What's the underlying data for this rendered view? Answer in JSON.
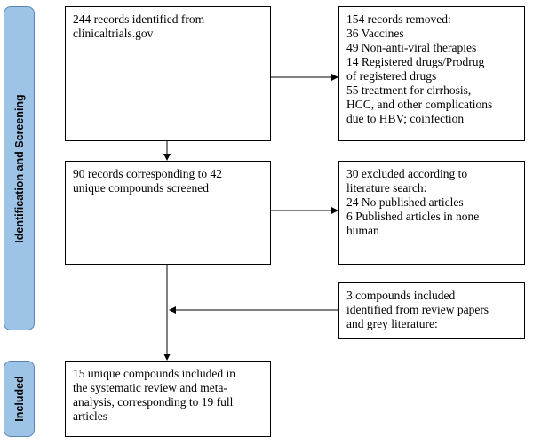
{
  "stages": {
    "identification": "Identification and Screening",
    "included": "Included"
  },
  "boxes": {
    "records_identified": [
      "244 records identified from",
      "clinicaltrials.gov"
    ],
    "records_removed": [
      "154 records removed:",
      " 36 Vaccines",
      " 49 Non-anti-viral therapies",
      " 14 Registered drugs/Prodrug",
      "of registered drugs",
      " 55 treatment for cirrhosis,",
      "HCC, and other complications",
      "due to HBV; coinfection"
    ],
    "records_screened": [
      "90 records corresponding to 42",
      "unique compounds screened"
    ],
    "excluded": [
      "30 excluded according to",
      "literature search:",
      " 24 No published articles",
      " 6 Published articles in none",
      "human"
    ],
    "added": [
      "3 compounds included",
      "identified from review papers",
      "and grey literature:"
    ],
    "included": [
      "15 unique compounds included in",
      "the systematic review and meta-",
      "analysis, corresponding to 19 full",
      "articles"
    ]
  }
}
